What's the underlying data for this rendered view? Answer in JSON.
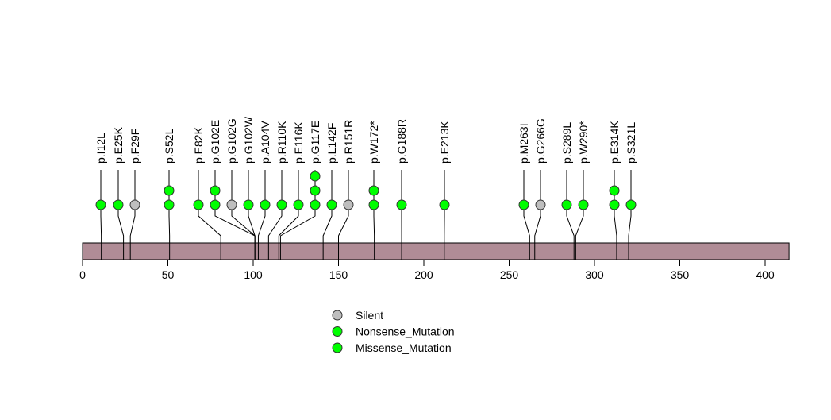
{
  "chart_data": {
    "type": "lollipop",
    "protein_length": 414,
    "xlim": [
      0,
      414
    ],
    "x_ticks": [
      0,
      50,
      100,
      150,
      200,
      250,
      300,
      350,
      400
    ],
    "colors": {
      "Silent": "#bebebe",
      "Nonsense_Mutation": "#00ff00",
      "Missense_Mutation": "#00ff00",
      "domain_bar": "#b08c96"
    },
    "legend": [
      "Silent",
      "Nonsense_Mutation",
      "Missense_Mutation"
    ],
    "legend_position": "bottom-center",
    "mutations": [
      {
        "label": "p.I12L",
        "position": 11,
        "count": 1,
        "type": "Missense_Mutation"
      },
      {
        "label": "p.E25K",
        "position": 24,
        "count": 1,
        "type": "Missense_Mutation"
      },
      {
        "label": "p.F29F",
        "position": 28,
        "count": 1,
        "type": "Silent"
      },
      {
        "label": "p.S52L",
        "position": 51,
        "count": 2,
        "type": "Missense_Mutation"
      },
      {
        "label": "p.E82K",
        "position": 81,
        "count": 1,
        "type": "Missense_Mutation"
      },
      {
        "label": "p.G102E",
        "position": 101,
        "count": 2,
        "type": "Missense_Mutation"
      },
      {
        "label": "p.G102G",
        "position": 101,
        "count": 1,
        "type": "Silent"
      },
      {
        "label": "p.G102W",
        "position": 101,
        "count": 1,
        "type": "Missense_Mutation"
      },
      {
        "label": "p.A104V",
        "position": 103,
        "count": 1,
        "type": "Missense_Mutation"
      },
      {
        "label": "p.R110K",
        "position": 109,
        "count": 1,
        "type": "Missense_Mutation"
      },
      {
        "label": "p.E116K",
        "position": 115,
        "count": 1,
        "type": "Missense_Mutation"
      },
      {
        "label": "p.G117E",
        "position": 116,
        "count": 3,
        "type": "Missense_Mutation"
      },
      {
        "label": "p.L142F",
        "position": 141,
        "count": 1,
        "type": "Missense_Mutation"
      },
      {
        "label": "p.R151R",
        "position": 150,
        "count": 1,
        "type": "Silent"
      },
      {
        "label": "p.W172*",
        "position": 171,
        "count": 2,
        "type": "Nonsense_Mutation"
      },
      {
        "label": "p.G188R",
        "position": 187,
        "count": 1,
        "type": "Missense_Mutation"
      },
      {
        "label": "p.E213K",
        "position": 212,
        "count": 1,
        "type": "Missense_Mutation"
      },
      {
        "label": "p.M263I",
        "position": 262,
        "count": 1,
        "type": "Missense_Mutation"
      },
      {
        "label": "p.G266G",
        "position": 265,
        "count": 1,
        "type": "Silent"
      },
      {
        "label": "p.S289L",
        "position": 288,
        "count": 1,
        "type": "Missense_Mutation"
      },
      {
        "label": "p.W290*",
        "position": 289,
        "count": 1,
        "type": "Nonsense_Mutation"
      },
      {
        "label": "p.E314K",
        "position": 313,
        "count": 2,
        "type": "Missense_Mutation"
      },
      {
        "label": "p.S321L",
        "position": 320,
        "count": 1,
        "type": "Missense_Mutation"
      }
    ]
  }
}
